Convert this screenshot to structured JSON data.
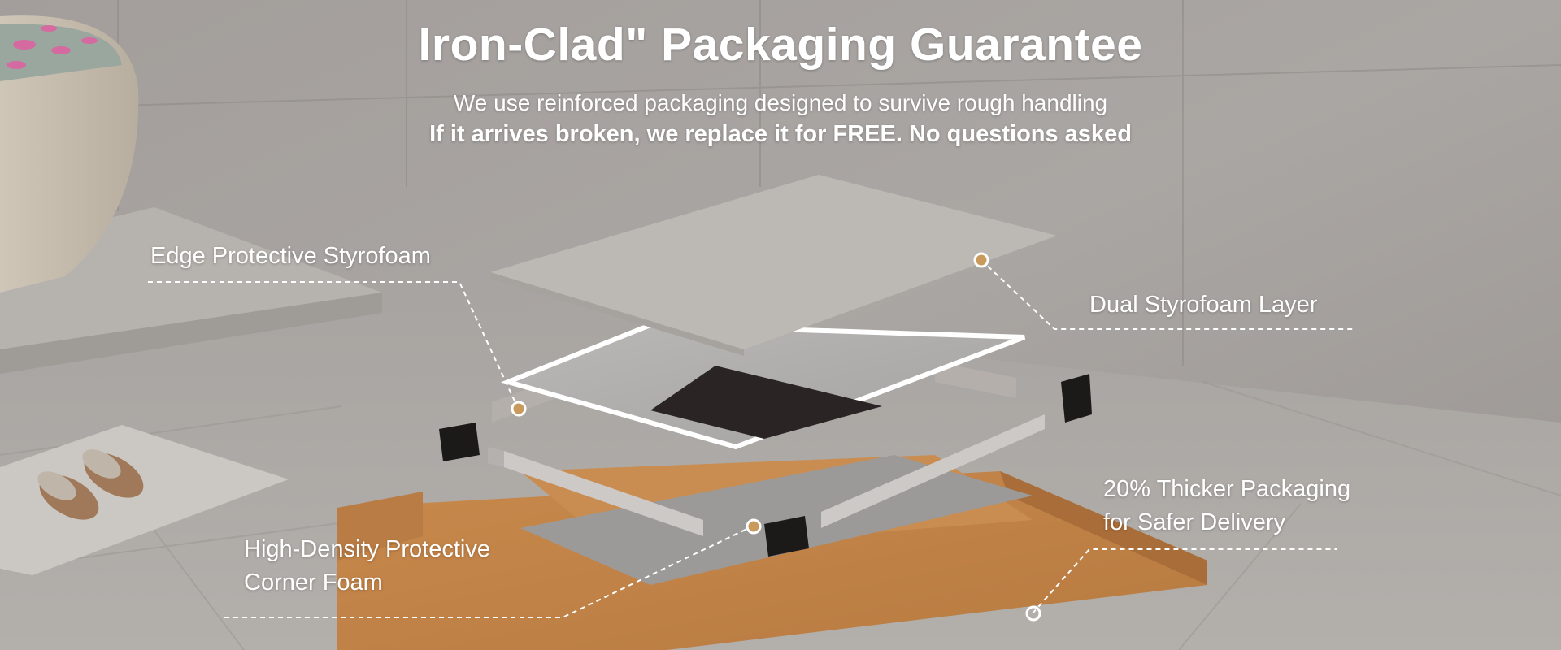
{
  "header": {
    "title": "Iron-Clad\" Packaging Guarantee",
    "subtitle": "We use reinforced packaging designed to survive rough handling",
    "guarantee": "If it arrives broken, we replace it for FREE. No questions asked"
  },
  "callouts": {
    "edge_foam": "Edge Protective Styrofoam",
    "dual_layer": "Dual Styrofoam Layer",
    "thicker_line1": "20% Thicker Packaging",
    "thicker_line2": "for Safer Delivery",
    "corner_line1": "High-Density Protective",
    "corner_line2": "Corner Foam"
  },
  "colors": {
    "marker": "#c99a5b",
    "wall": "#9c9794",
    "cardboard": "#c98a4f",
    "text": "#ffffff"
  }
}
